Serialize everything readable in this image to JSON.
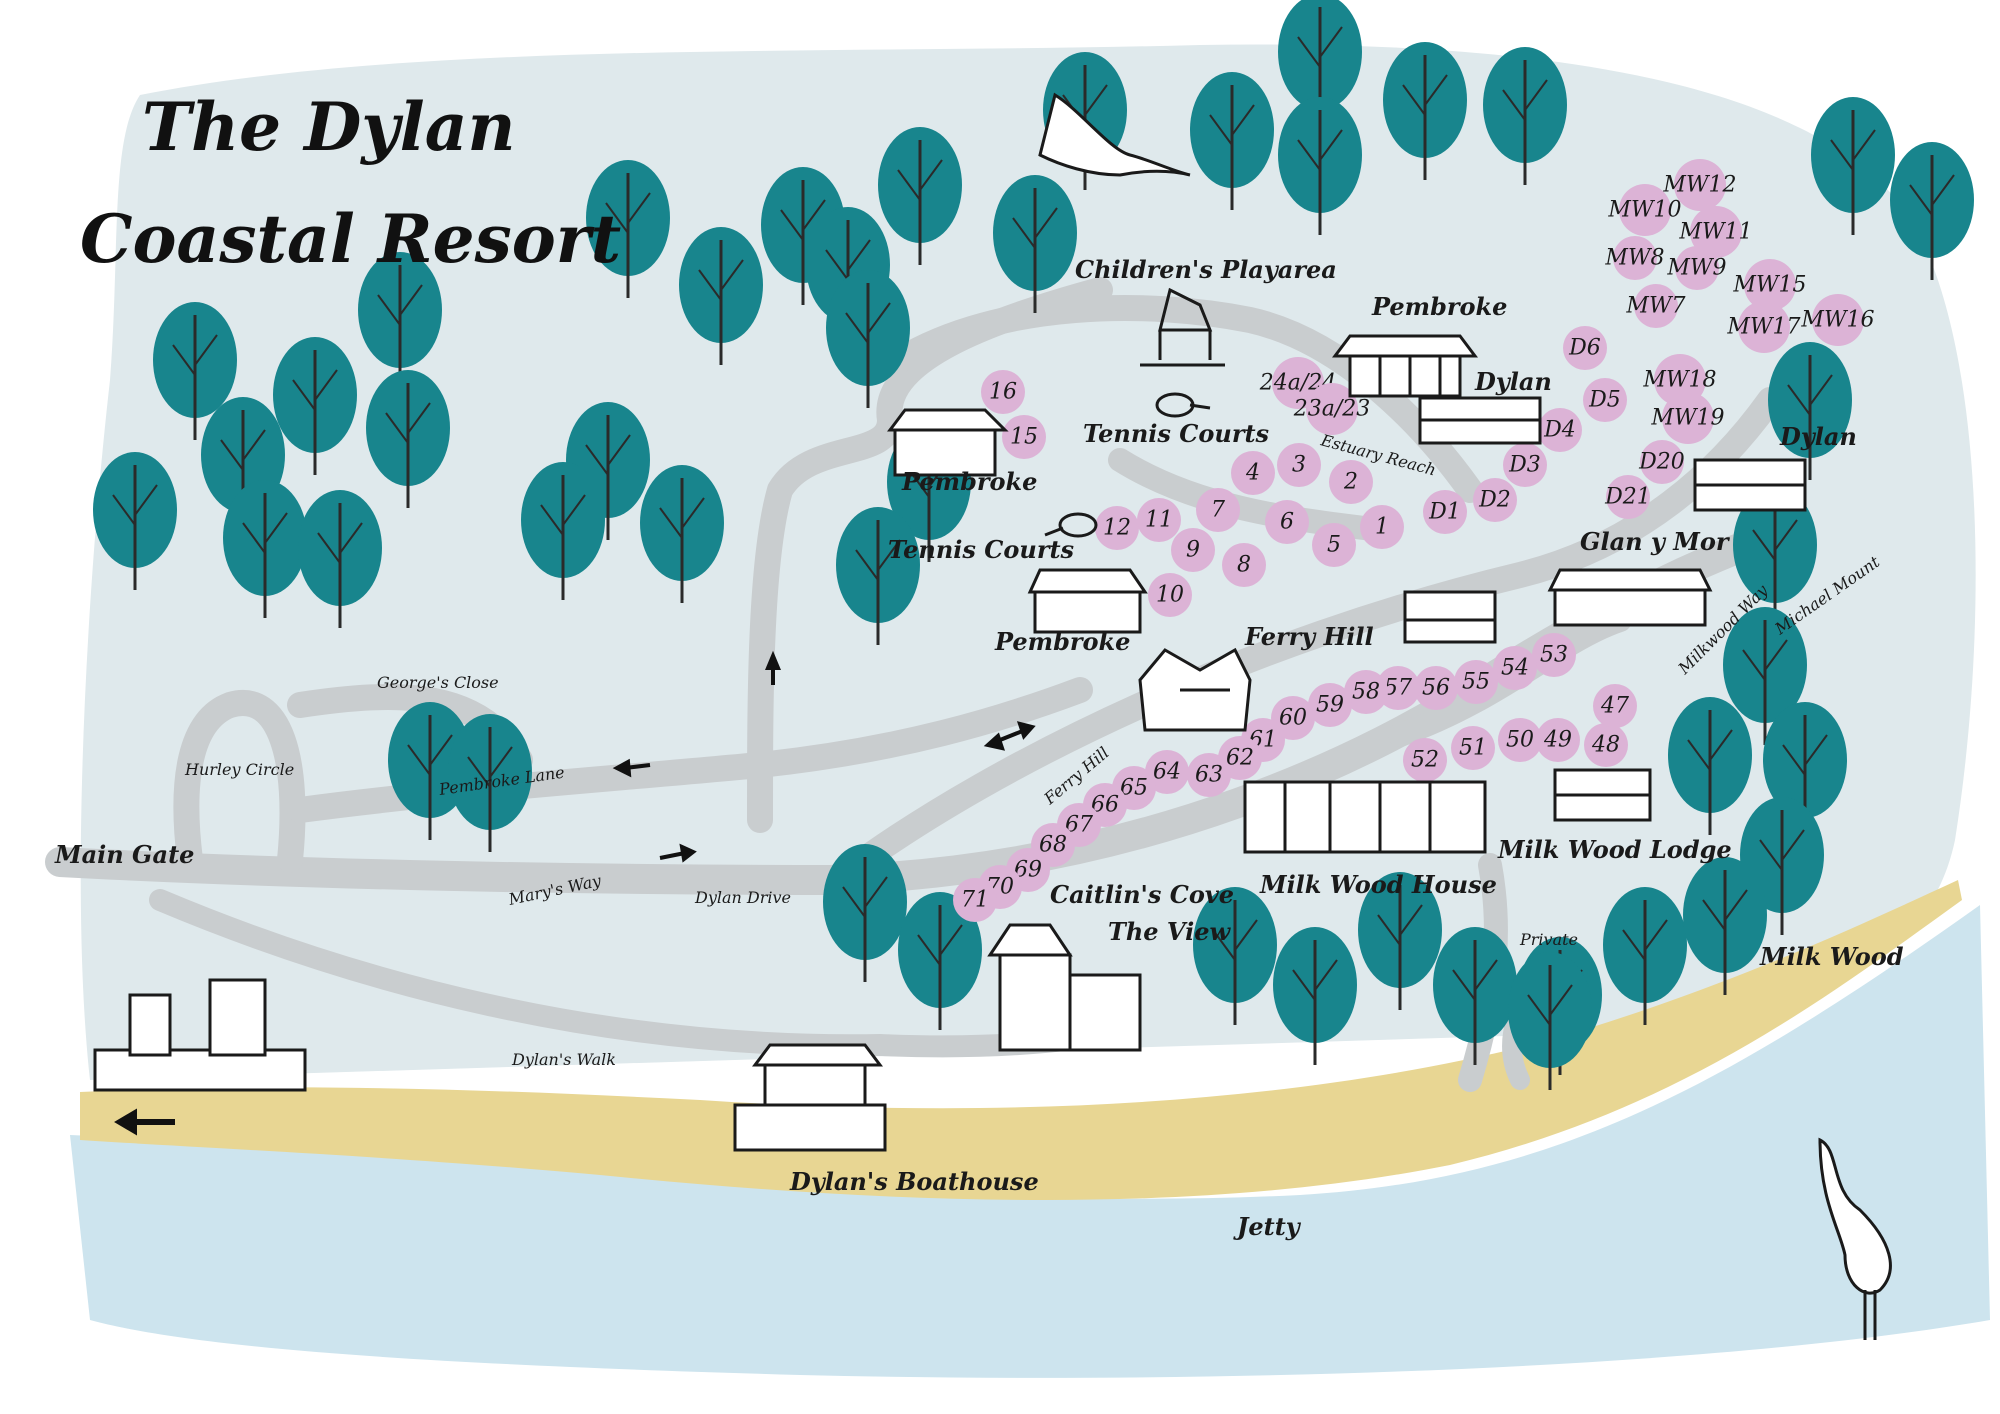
{
  "title": {
    "line1": "The Dylan",
    "line2": "Coastal Resort"
  },
  "colors": {
    "land": "#dfe9ec",
    "road": "#c9cdcf",
    "sand": "#e8d693",
    "sea": "#cde4ee",
    "tree": "#18858d",
    "unit": "#dcb3d6"
  },
  "places": {
    "main_gate": "Main Gate",
    "childrens_playarea": "Children's Playarea",
    "tennis_courts_top": "Tennis Courts",
    "tennis_courts_left": "Tennis Courts",
    "pembroke_top": "Pembroke",
    "pembroke_left": "Pembroke",
    "pembroke_mid": "Pembroke",
    "dylan_top": "Dylan",
    "dylan_right": "Dylan",
    "glan_y_mor": "Glan y Mor",
    "ferry_hill": "Ferry Hill",
    "milk_wood_lodge": "Milk Wood Lodge",
    "milk_wood_house": "Milk Wood House",
    "caitlins_cove": "Caitlin's Cove",
    "the_view": "The View",
    "dylans_boathouse": "Dylan's Boathouse",
    "milk_wood": "Milk Wood",
    "jetty": "Jetty"
  },
  "roads": {
    "georges_close": "George's Close",
    "hurley_circle": "Hurley Circle",
    "pembroke_lane": "Pembroke Lane",
    "marys_way": "Mary's Way",
    "dylan_drive": "Dylan Drive",
    "dylans_walk": "Dylan's Walk",
    "estuary_reach": "Estuary Reach",
    "ferry_hill_road": "Ferry Hill",
    "milkwood_way": "Milkwood Way",
    "michael_mount": "Michael Mount",
    "private": "Private"
  },
  "units": [
    "16",
    "15",
    "12",
    "11",
    "10",
    "9",
    "8",
    "7",
    "6",
    "5",
    "4",
    "3",
    "2",
    "1",
    "24a/24",
    "23a/23",
    "D1",
    "D2",
    "D3",
    "D4",
    "D5",
    "D6",
    "D20",
    "D21",
    "MW7",
    "MW8",
    "MW9",
    "MW10",
    "MW11",
    "MW12",
    "MW15",
    "MW16",
    "MW17",
    "MW18",
    "MW19",
    "53",
    "54",
    "55",
    "56",
    "57",
    "58",
    "59",
    "60",
    "61",
    "62",
    "63",
    "64",
    "65",
    "66",
    "67",
    "68",
    "69",
    "70",
    "71",
    "52",
    "51",
    "50",
    "49",
    "48",
    "47"
  ]
}
